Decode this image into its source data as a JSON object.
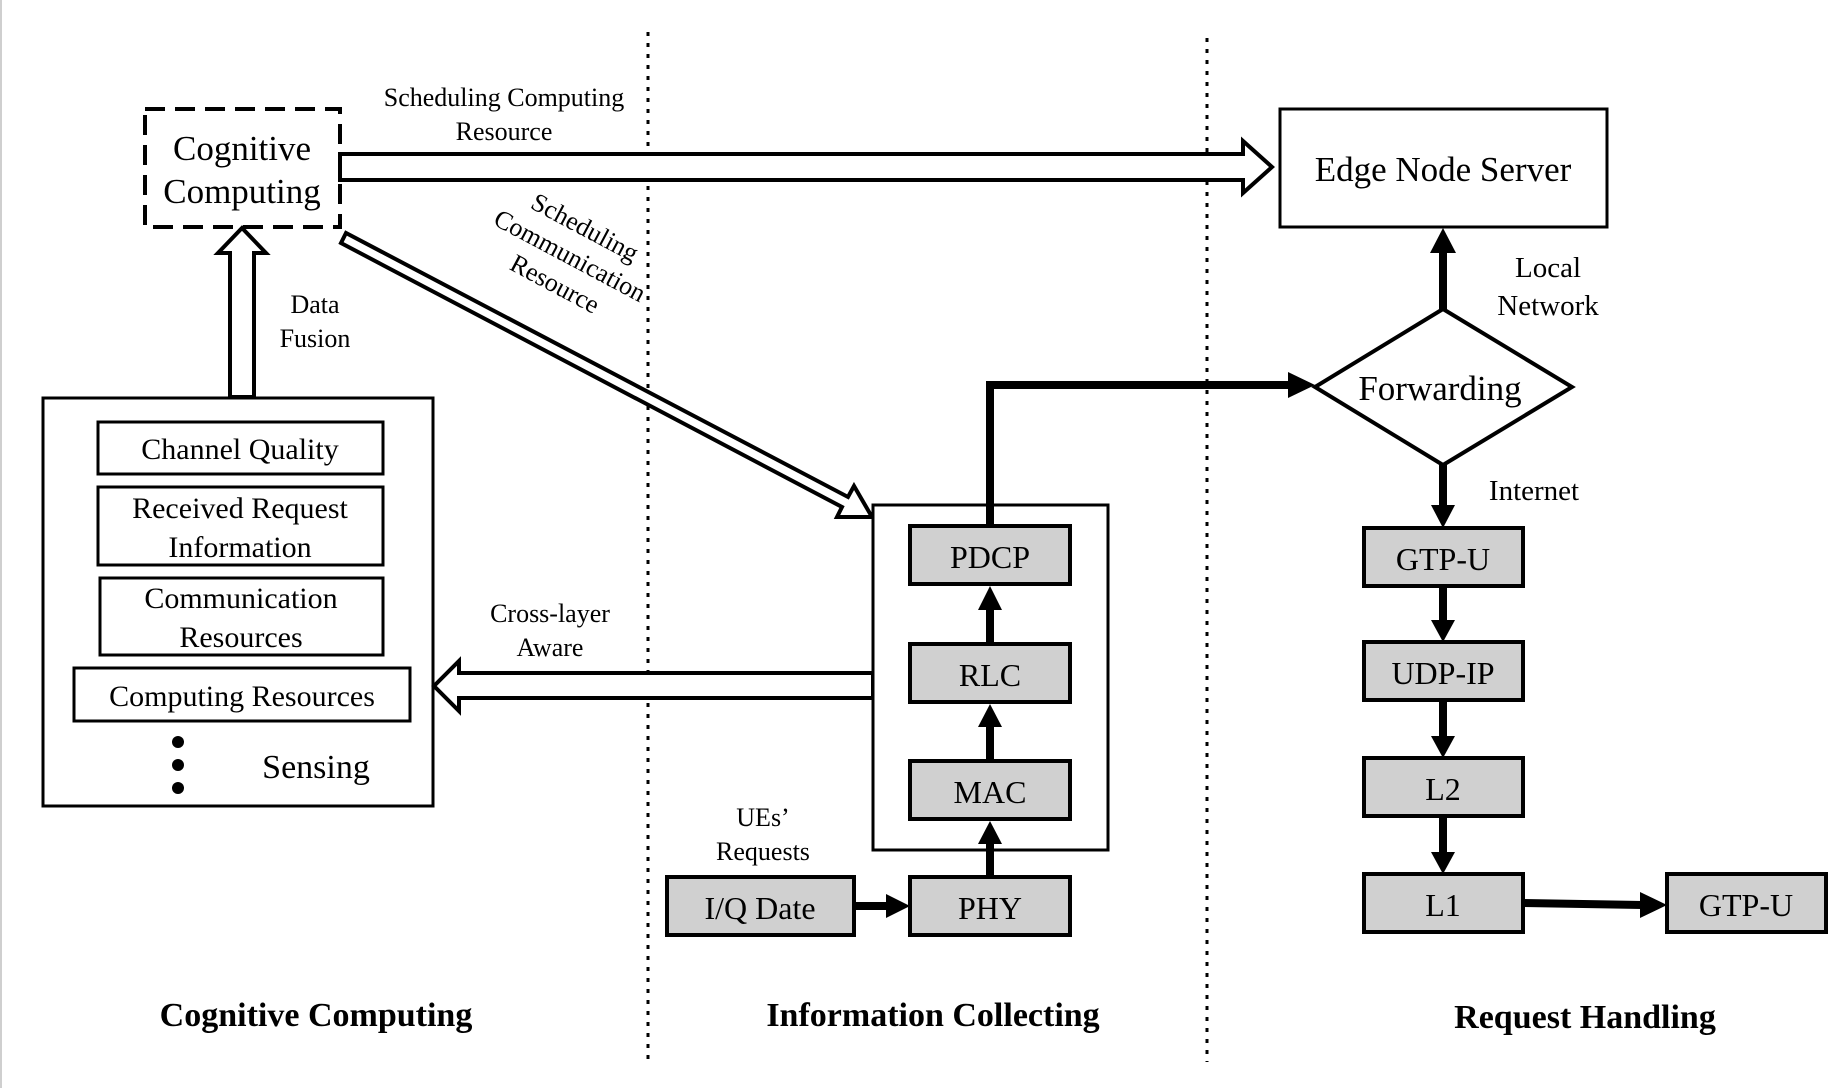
{
  "sections": {
    "left": "Cognitive Computing",
    "middle": "Information Collecting",
    "right": "Request Handling"
  },
  "cognitive_box": {
    "line1": "Cognitive",
    "line2": "Computing"
  },
  "sensing": {
    "items": [
      {
        "line1": "Channel Quality",
        "line2": ""
      },
      {
        "line1": "Received Request",
        "line2": "Information"
      },
      {
        "line1": "Communication",
        "line2": "Resources"
      },
      {
        "line1": "Computing Resources",
        "line2": ""
      }
    ],
    "label": "Sensing"
  },
  "labels": {
    "data_fusion": {
      "line1": "Data",
      "line2": "Fusion"
    },
    "sched_computing": {
      "line1": "Scheduling Computing",
      "line2": "Resource"
    },
    "sched_comm": {
      "line1": "Scheduling",
      "line2": "Communication",
      "line3": "Resource"
    },
    "cross_layer": {
      "line1": "Cross-layer",
      "line2": "Aware"
    },
    "ues_requests": {
      "line1": "UEs’",
      "line2": "Requests"
    },
    "local_network": {
      "line1": "Local",
      "line2": "Network"
    },
    "internet": "Internet"
  },
  "edge_node": "Edge Node Server",
  "forwarding": "Forwarding",
  "protocol_stack": {
    "pdcp": "PDCP",
    "rlc": "RLC",
    "mac": "MAC",
    "phy": "PHY",
    "iq": "I/Q Date"
  },
  "request_stack": {
    "gtpu": "GTP-U",
    "udpip": "UDP-IP",
    "l2": "L2",
    "l1": "L1",
    "gtpu_out": "GTP-U"
  }
}
